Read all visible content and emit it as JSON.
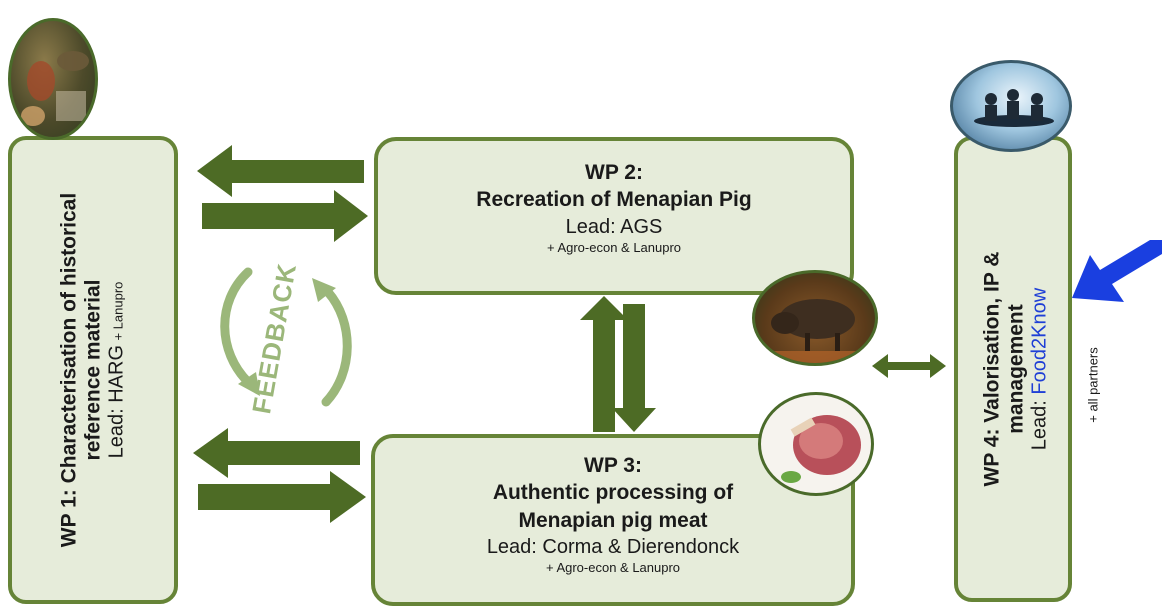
{
  "wp1": {
    "title_line1": "WP 1: Characterisation of historical",
    "title_line2": "reference material",
    "lead_prefix": "Lead: ",
    "lead": "HARG",
    "partners": "+ Lanupro"
  },
  "wp2": {
    "title_line1": "WP 2:",
    "title_line2": "Recreation of Menapian Pig",
    "lead": "Lead: AGS",
    "partners": "+ Agro-econ & Lanupro"
  },
  "wp3": {
    "title_line1": "WP 3:",
    "title_line2": "Authentic processing of",
    "title_line3": "Menapian pig meat",
    "lead": "Lead: Corma & Dierendonck",
    "partners": "+ Agro-econ & Lanupro"
  },
  "wp4": {
    "title_line1": "WP 4: Valorisation, IP &",
    "title_line2": "management",
    "lead_prefix": "Lead: ",
    "lead_link": "Food2Know",
    "partners": "+ all partners"
  },
  "feedback": {
    "label": "FEEDBACK"
  },
  "colors": {
    "arrow": "#4d6b25",
    "box_fill": "#e6ecda",
    "box_border": "#668437",
    "pointer_arrow": "#1a3fe0",
    "feedback": "#9bb77a"
  },
  "images": {
    "wp1": "medieval-painting-illustration",
    "wp2": "wild-boar-photo",
    "wp3": "cured-ham-photo",
    "wp4": "business-meeting-silhouette"
  }
}
